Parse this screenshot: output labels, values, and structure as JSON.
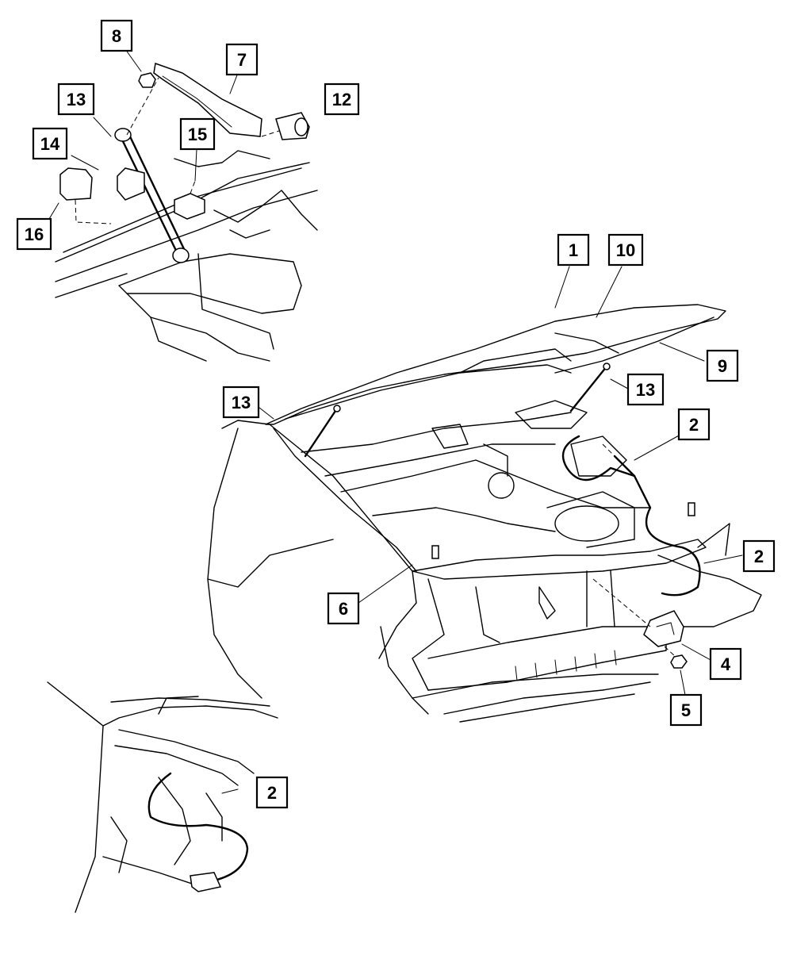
{
  "callouts": {
    "c1": "1",
    "c2a": "2",
    "c2b": "2",
    "c2c": "2",
    "c4": "4",
    "c5": "5",
    "c6": "6",
    "c7": "7",
    "c8": "8",
    "c9": "9",
    "c10": "10",
    "c12": "12",
    "c13a": "13",
    "c13b": "13",
    "c13c": "13",
    "c14": "14",
    "c15": "15",
    "c16": "16"
  },
  "colors": {
    "line": "#000000",
    "background": "#ffffff"
  }
}
